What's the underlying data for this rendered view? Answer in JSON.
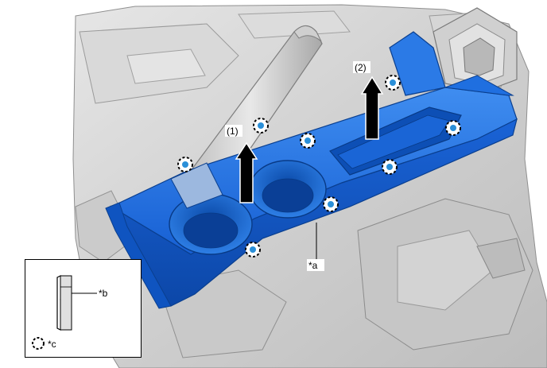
{
  "diagram": {
    "labels": {
      "step1": "(1)",
      "step2": "(2)",
      "part_a": "*a",
      "part_b": "*b",
      "part_c": "*c"
    },
    "colors": {
      "console_blue": "#1f6fe0",
      "console_dark": "#0d4fb5",
      "background_gray": "#cfcfcf",
      "clip_blue": "#2a8fd8"
    }
  }
}
